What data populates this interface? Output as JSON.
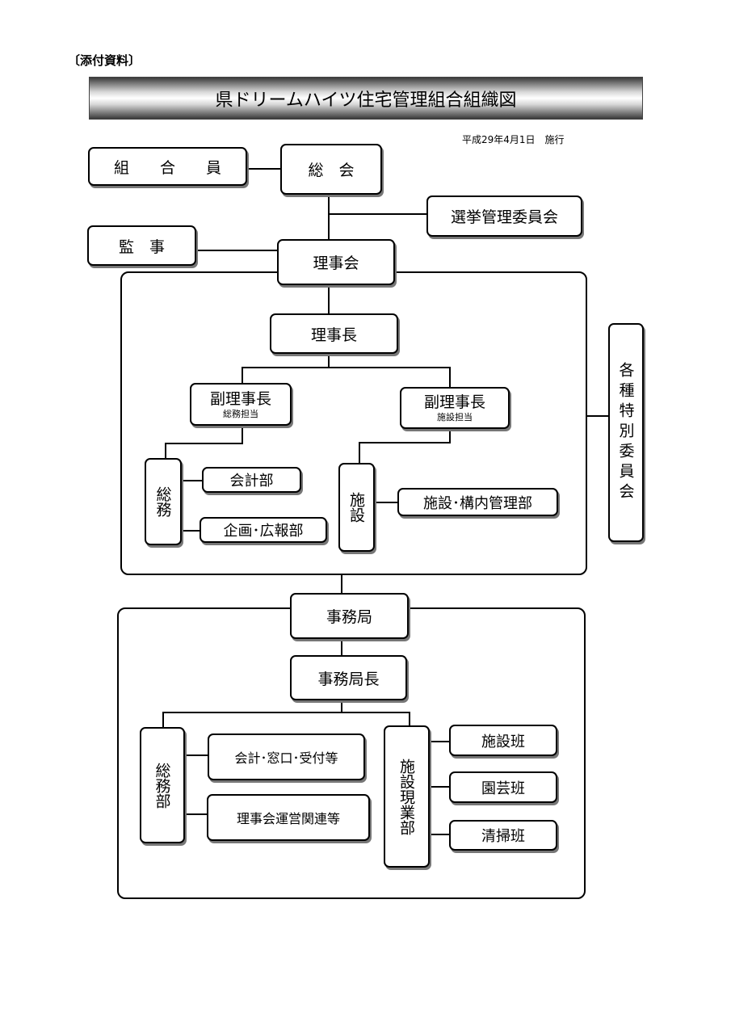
{
  "attachment_label": "〔添付資料〕",
  "title": "県ドリームハイツ住宅管理組合組織図",
  "effective_date": "平成29年4月1日　施行",
  "nodes": {
    "kumiaiin": "組　　合　　員",
    "sokai": "総　会",
    "senkyo": "選挙管理委員会",
    "kanji": "監　事",
    "rijikai": "理事会",
    "rijicho": "理事長",
    "fuku1": "副理事長",
    "fuku1_sub": "総務担当",
    "fuku2": "副理事長",
    "fuku2_sub": "施設担当",
    "somu": "総務",
    "kaikeibu": "会計部",
    "kikakubu": "企画･広報部",
    "shisetsu": "施設",
    "kounai": "施設･構内管理部",
    "tokubetsu": "各種特別委員会",
    "jimukyoku": "事務局",
    "jimukyokucho": "事務局長",
    "somubu": "総務部",
    "kaikei_madoguchi": "会計･窓口･受付等",
    "rijikai_unei": "理事会運営関連等",
    "genba": "施設現業部",
    "shisetsuhan": "施設班",
    "engeihan": "園芸班",
    "seisouhan": "清掃班"
  }
}
